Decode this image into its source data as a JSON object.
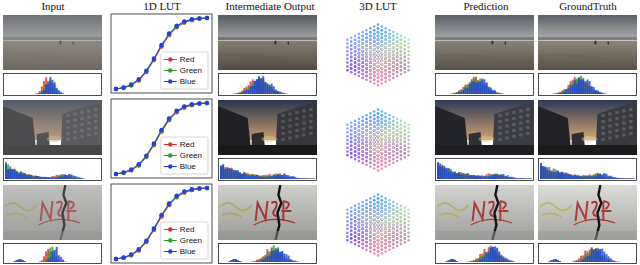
{
  "diagram": {
    "labels": [
      "Input",
      "1D LUT",
      "Intermediate Output",
      "3D LUT",
      "Prediction",
      "GroundTruth"
    ],
    "legend": [
      {
        "text": "Red"
      },
      {
        "text": "Green"
      },
      {
        "text": "Blue"
      },
      {
        "text": "Red"
      },
      {
        "text": "Green"
      },
      {
        "text": "Blue"
      },
      {
        "text": "Red"
      },
      {
        "text": "Green"
      },
      {
        "text": "Blue"
      }
    ]
  }
}
